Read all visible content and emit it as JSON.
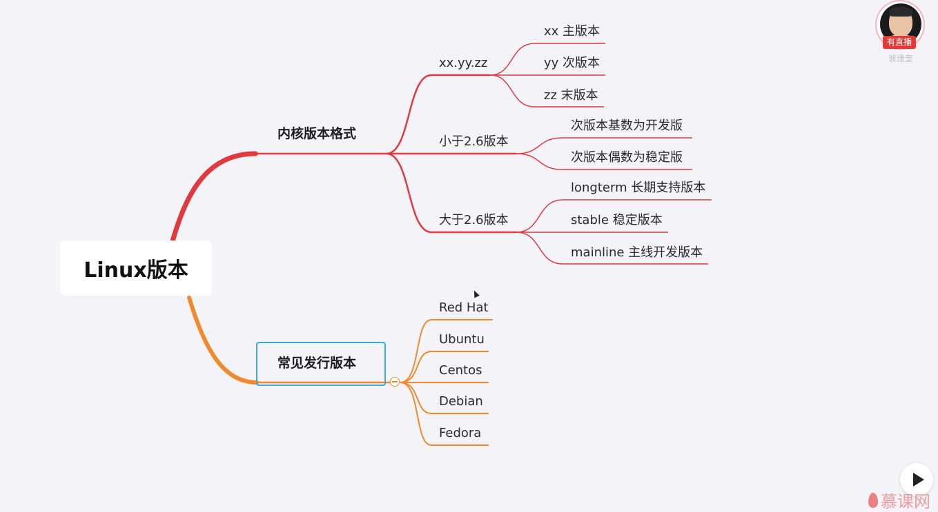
{
  "colors": {
    "background": "#f3f3f8",
    "branch_red": "#e0393e",
    "branch_orange": "#f08a2c",
    "selection_blue": "#3aa8e8",
    "live_badge": "#e53935"
  },
  "mindmap": {
    "root": "Linux版本",
    "kernel": {
      "label": "内核版本格式",
      "groups": [
        {
          "label": "xx.yy.zz",
          "children": [
            "xx 主版本",
            "yy 次版本",
            "zz 末版本"
          ]
        },
        {
          "label": "小于2.6版本",
          "children": [
            "次版本基数为开发版",
            "次版本偶数为稳定版"
          ]
        },
        {
          "label": "大于2.6版本",
          "children": [
            "longterm 长期支持版本",
            "stable 稳定版本",
            "mainline 主线开发版本"
          ]
        }
      ]
    },
    "distros": {
      "label": "常见发行版本",
      "children": [
        "Red Hat",
        "Ubuntu",
        "Centos",
        "Debian",
        "Fedora"
      ]
    }
  },
  "overlay": {
    "live_badge": "有直播",
    "presenter": "裴建奎",
    "watermark": "慕课网",
    "icons": [
      "avatar",
      "play-icon",
      "flame-icon",
      "cursor-icon",
      "collapse-toggle"
    ]
  }
}
